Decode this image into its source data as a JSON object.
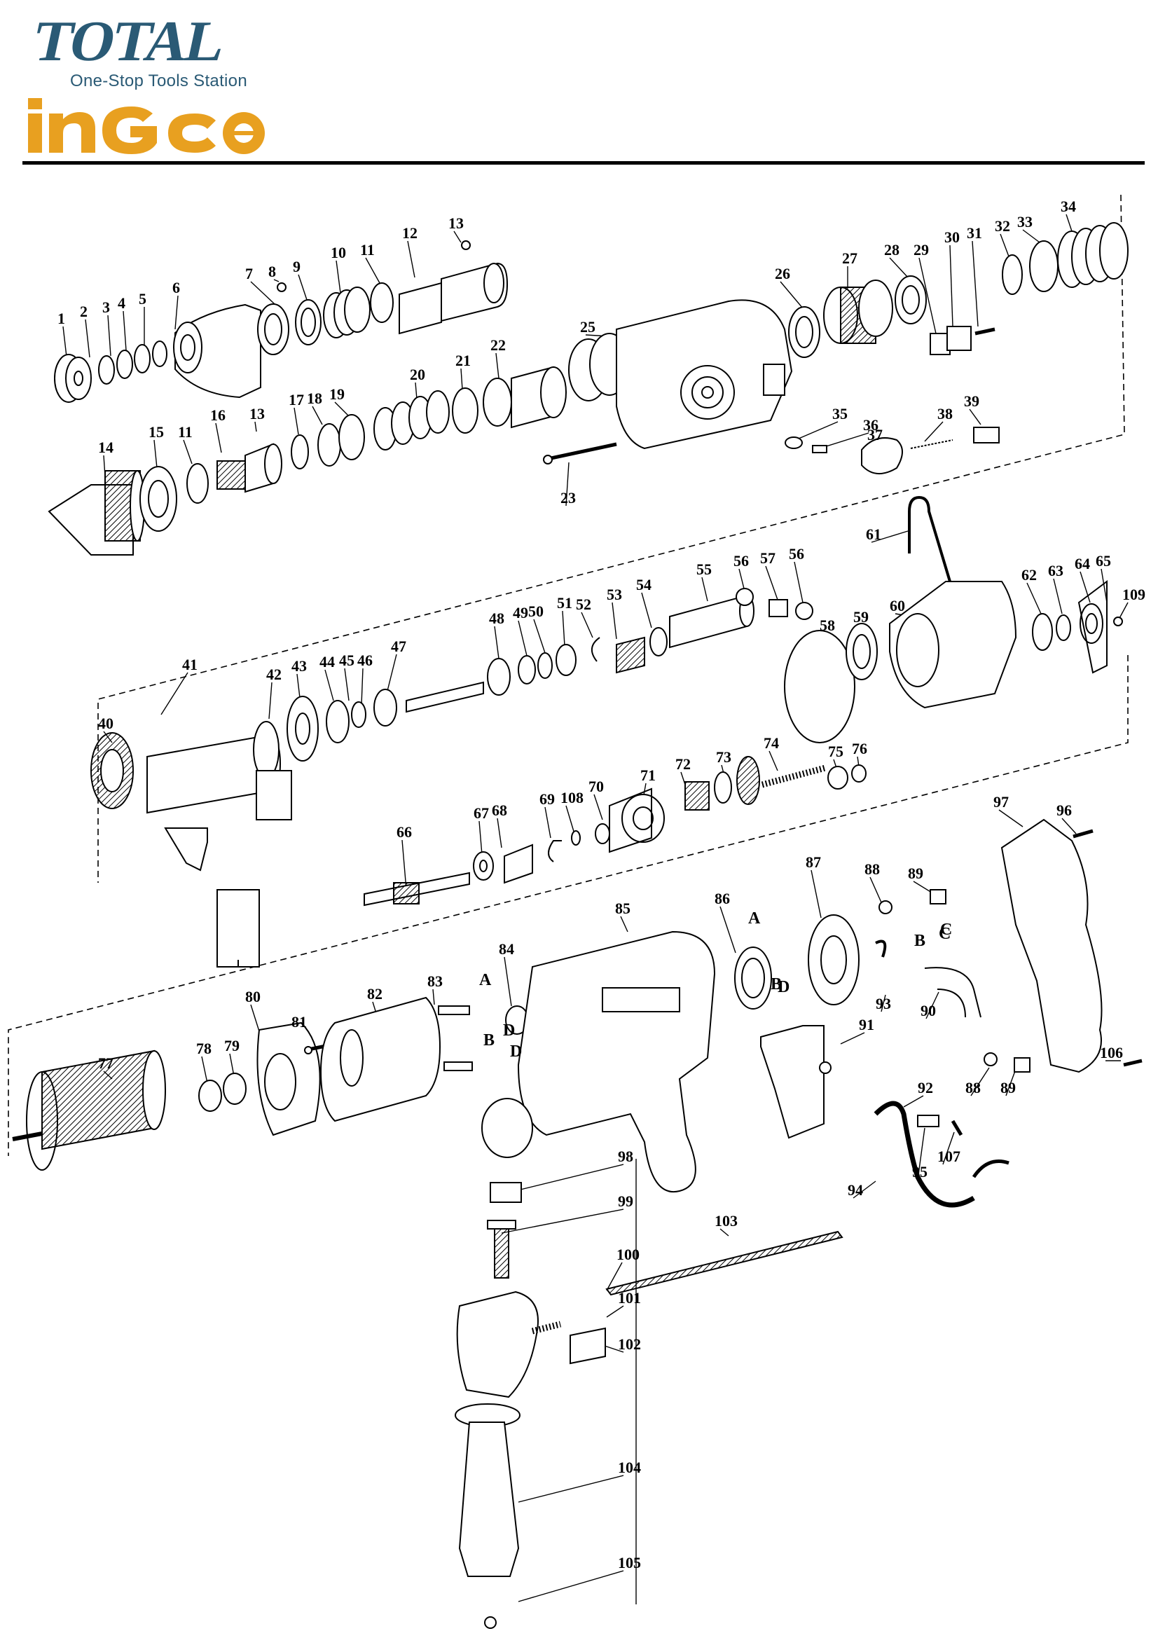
{
  "brands": {
    "total_wordmark": "TOTAL",
    "total_tagline": "One-Stop Tools Station",
    "ingco_wordmark": "INGCO",
    "total_color": "#2a5a75",
    "ingco_color": "#e8a020"
  },
  "diagram": {
    "part_numbers": [
      "1",
      "2",
      "3",
      "4",
      "5",
      "6",
      "7",
      "8",
      "9",
      "10",
      "11",
      "12",
      "13",
      "14",
      "15",
      "11",
      "16",
      "13",
      "17",
      "18",
      "19",
      "20",
      "21",
      "22",
      "23",
      "25",
      "26",
      "27",
      "28",
      "29",
      "30",
      "31",
      "32",
      "33",
      "34",
      "35",
      "36",
      "37",
      "38",
      "39",
      "40",
      "41",
      "42",
      "43",
      "44",
      "45",
      "46",
      "47",
      "48",
      "49",
      "50",
      "51",
      "52",
      "53",
      "54",
      "55",
      "56",
      "57",
      "56",
      "58",
      "59",
      "60",
      "61",
      "62",
      "63",
      "64",
      "65",
      "109",
      "66",
      "67",
      "68",
      "69",
      "108",
      "70",
      "71",
      "72",
      "73",
      "74",
      "75",
      "76",
      "77",
      "78",
      "79",
      "80",
      "81",
      "82",
      "83",
      "84",
      "85",
      "86",
      "87",
      "88",
      "89",
      "96",
      "97",
      "106",
      "89",
      "88",
      "90",
      "91",
      "93",
      "92",
      "94",
      "95",
      "107",
      "98",
      "99",
      "100",
      "101",
      "102",
      "103",
      "104",
      "105"
    ],
    "wire_labels": [
      "A",
      "B",
      "C",
      "D",
      "A",
      "D",
      "B",
      "D",
      "C",
      "B"
    ]
  }
}
